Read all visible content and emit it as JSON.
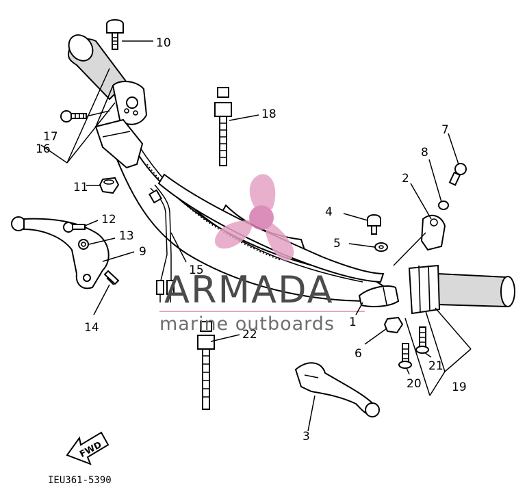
{
  "callouts": {
    "c1": "1",
    "c2": "2",
    "c3": "3",
    "c4": "4",
    "c5": "5",
    "c6": "6",
    "c7": "7",
    "c8": "8",
    "c9": "9",
    "c10": "10",
    "c11": "11",
    "c12": "12",
    "c13": "13",
    "c14": "14",
    "c15": "15",
    "c16": "16",
    "c17": "17",
    "c18": "18",
    "c19": "19",
    "c20": "20",
    "c21": "21",
    "c22": "22"
  },
  "fwd_label": "FWD",
  "diagram_code": "IEU361-5390",
  "watermark": {
    "brand": "ARMADA",
    "tagline": "marine outboards",
    "brand_color": "#4b4b4b",
    "logo_color": "#e6a3c6"
  }
}
